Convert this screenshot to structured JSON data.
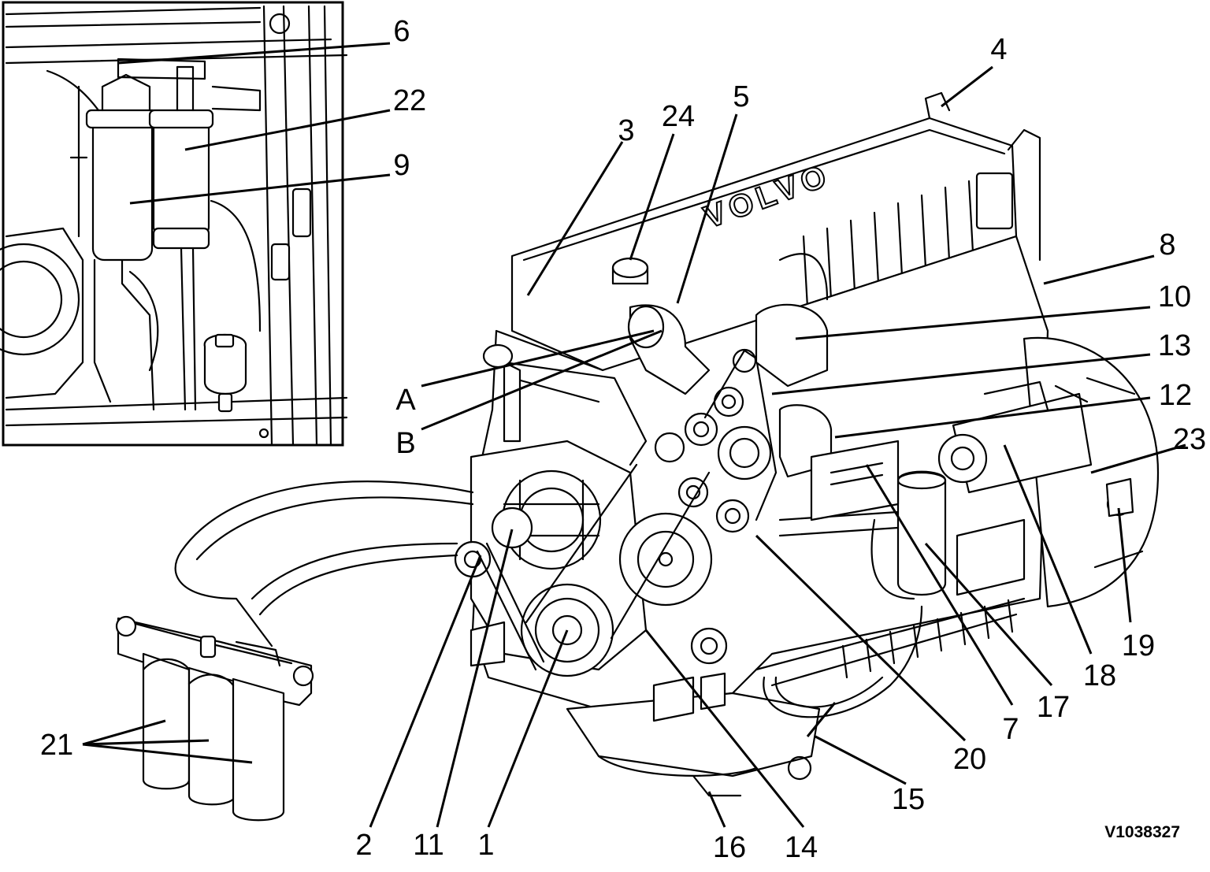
{
  "callouts": [
    "1",
    "2",
    "3",
    "4",
    "5",
    "6",
    "7",
    "8",
    "9",
    "10",
    "11",
    "12",
    "13",
    "14",
    "15",
    "16",
    "17",
    "18",
    "19",
    "20",
    "21",
    "22",
    "23",
    "24",
    "A",
    "B"
  ],
  "reference": "V1038327",
  "icons": {
    "manufacturer_logo": "VOLVO",
    "inset": "fuel-filter-detail-inset",
    "engine": "engine-assembly-drawing"
  }
}
